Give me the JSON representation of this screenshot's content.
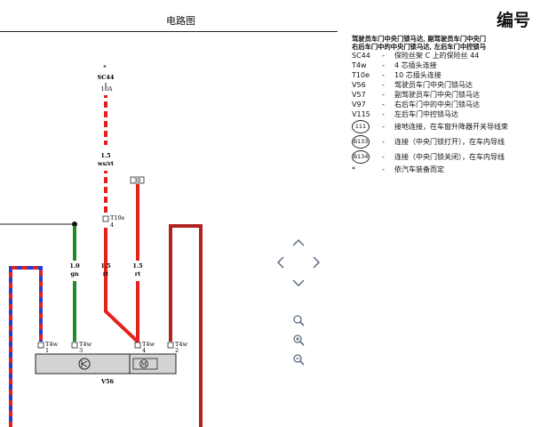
{
  "header": {
    "title": "电路图",
    "code_label": "编号"
  },
  "diagram": {
    "fuse": {
      "marker": "*",
      "name": "SC44",
      "rating": "10A"
    },
    "wires": [
      {
        "size": "1.5",
        "color": "ws/rt"
      },
      {
        "size": "1.0",
        "color": "gn"
      },
      {
        "size": "1.5",
        "color": "rt"
      },
      {
        "size": "1.5",
        "color": "rt"
      }
    ],
    "terminal_30": "30",
    "t10e": {
      "name": "T10e",
      "pin": "4"
    },
    "t4w_pins": [
      {
        "name": "T4w",
        "pin": "1"
      },
      {
        "name": "T4w",
        "pin": "3"
      },
      {
        "name": "T4w",
        "pin": "4"
      },
      {
        "name": "T4w",
        "pin": "2"
      }
    ],
    "component": "V56"
  },
  "legend": {
    "heading_line1": "驾驶员车门中央门锁马达, 副驾驶员车门中央门",
    "heading_line2": "右后车门中的中央门锁马达, 左后车门中控锁马",
    "items": [
      {
        "code": "SC44",
        "desc": "保险丝架 C 上的保险丝 44"
      },
      {
        "code": "T4w",
        "desc": "4 芯插头连接"
      },
      {
        "code": "T10e",
        "desc": "10 芯插头连接"
      },
      {
        "code": "V56",
        "desc": "驾驶员车门中央门锁马达"
      },
      {
        "code": "V57",
        "desc": "副驾驶员车门中央门锁马达"
      },
      {
        "code": "V97",
        "desc": "右后车门中的中央门锁马达"
      },
      {
        "code": "V115",
        "desc": "左后车门中控锁马达"
      },
      {
        "code": "111",
        "desc": "接地连接，在车窗升降器开关导线束",
        "circled": true
      },
      {
        "code": "B133",
        "desc": "连接（中央门锁打开），在车内导线",
        "circled": true
      },
      {
        "code": "B134",
        "desc": "连接（中央门锁关闭），在车内导线",
        "circled": true
      },
      {
        "code": "*",
        "desc": "依汽车装备而定"
      }
    ]
  },
  "colors": {
    "red": "#e8201c",
    "blue": "#1f3fd8",
    "green": "#1f8a2a",
    "darkred": "#b22222"
  }
}
